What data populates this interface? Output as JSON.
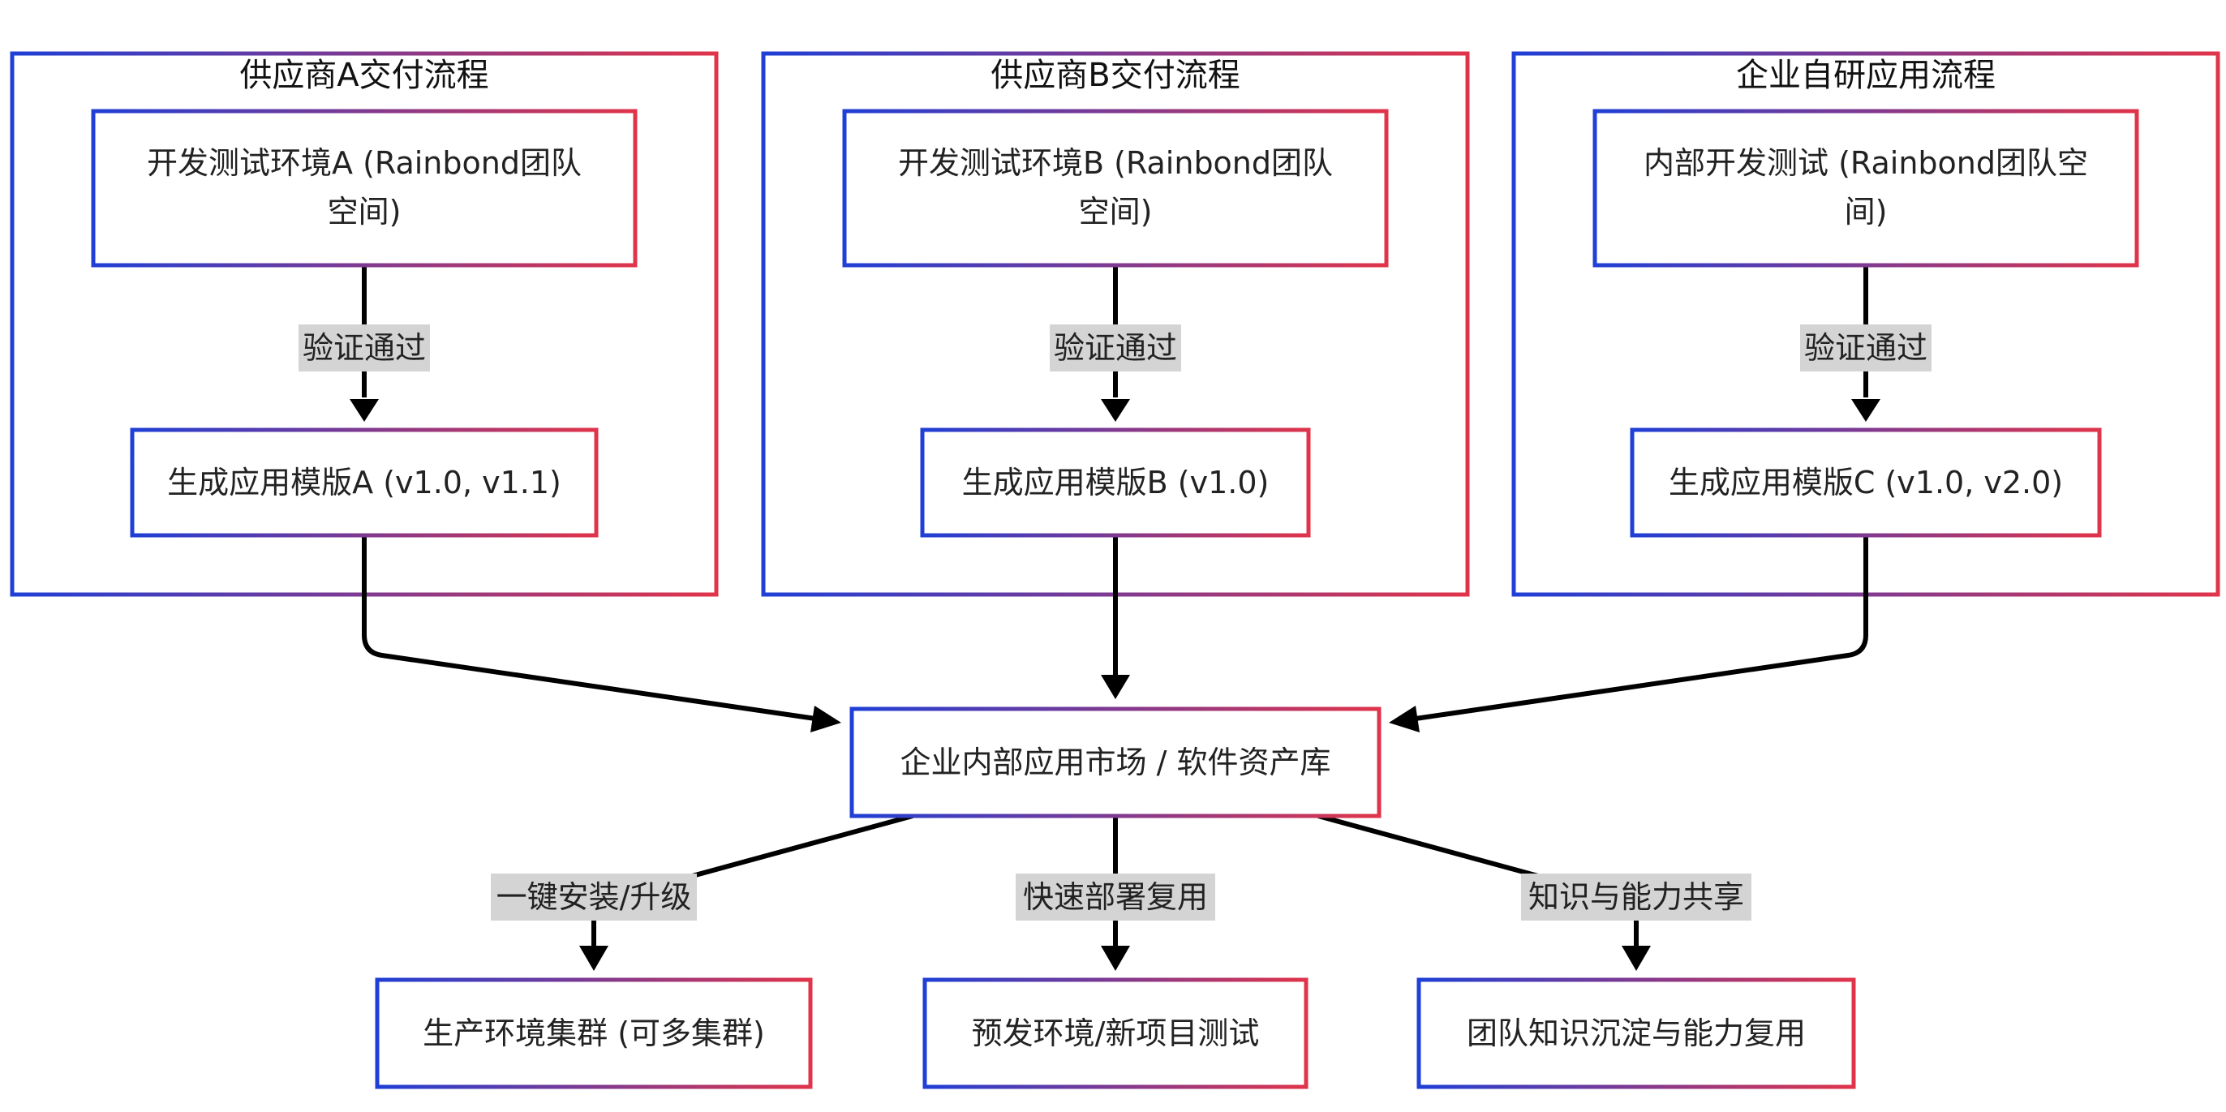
{
  "colors": {
    "border_start": "#1f3fd6",
    "border_end": "#e0344a",
    "edge": "#000000",
    "label_bg": "#d4d4d4"
  },
  "clusters": {
    "vendor_a": {
      "title": "供应商A交付流程"
    },
    "vendor_b": {
      "title": "供应商B交付流程"
    },
    "self_dev": {
      "title": "企业自研应用流程"
    }
  },
  "nodes": {
    "dev_env_a": {
      "line1": "开发测试环境A (Rainbond团队",
      "line2": "空间)"
    },
    "template_a": {
      "label": "生成应用模版A (v1.0, v1.1)"
    },
    "dev_env_b": {
      "line1": "开发测试环境B (Rainbond团队",
      "line2": "空间)"
    },
    "template_b": {
      "label": "生成应用模版B (v1.0)"
    },
    "dev_internal": {
      "line1": "内部开发测试 (Rainbond团队空",
      "line2": "间)"
    },
    "template_c": {
      "label": "生成应用模版C (v1.0, v2.0)"
    },
    "market": {
      "label": "企业内部应用市场 / 软件资产库"
    },
    "prod_cluster": {
      "label": "生产环境集群 (可多集群)"
    },
    "staging": {
      "label": "预发环境/新项目测试"
    },
    "knowledge": {
      "label": "团队知识沉淀与能力复用"
    }
  },
  "edges": {
    "verify_a": {
      "label": "验证通过"
    },
    "verify_b": {
      "label": "验证通过"
    },
    "verify_c": {
      "label": "验证通过"
    },
    "install": {
      "label": "一键安装/升级"
    },
    "deploy": {
      "label": "快速部署复用"
    },
    "share": {
      "label": "知识与能力共享"
    }
  }
}
